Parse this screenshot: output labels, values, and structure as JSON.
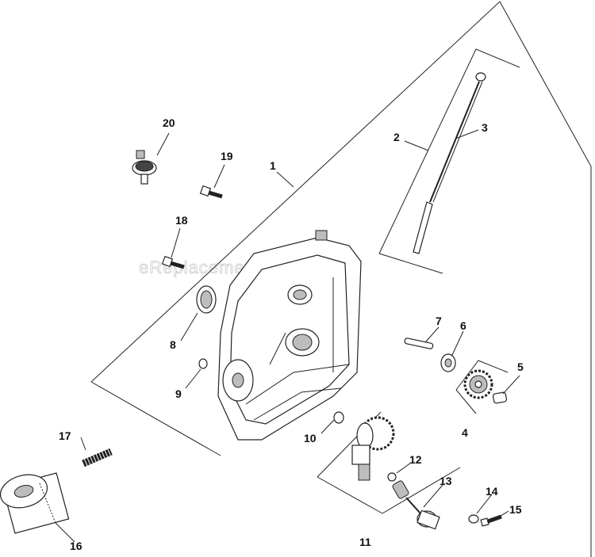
{
  "watermark": "eReplacementParts.com",
  "callouts": [
    {
      "id": "c1",
      "text": "1"
    },
    {
      "id": "c2",
      "text": "2"
    },
    {
      "id": "c3",
      "text": "3"
    },
    {
      "id": "c4",
      "text": "4"
    },
    {
      "id": "c5",
      "text": "5"
    },
    {
      "id": "c6",
      "text": "6"
    },
    {
      "id": "c7",
      "text": "7"
    },
    {
      "id": "c8",
      "text": "8"
    },
    {
      "id": "c9",
      "text": "9"
    },
    {
      "id": "c10",
      "text": "10"
    },
    {
      "id": "c11",
      "text": "11"
    },
    {
      "id": "c12",
      "text": "12"
    },
    {
      "id": "c13",
      "text": "13"
    },
    {
      "id": "c14",
      "text": "14"
    },
    {
      "id": "c15",
      "text": "15"
    },
    {
      "id": "c16",
      "text": "16"
    },
    {
      "id": "c17",
      "text": "17"
    },
    {
      "id": "c18",
      "text": "18"
    },
    {
      "id": "c19",
      "text": "19"
    },
    {
      "id": "c20",
      "text": "20"
    }
  ]
}
